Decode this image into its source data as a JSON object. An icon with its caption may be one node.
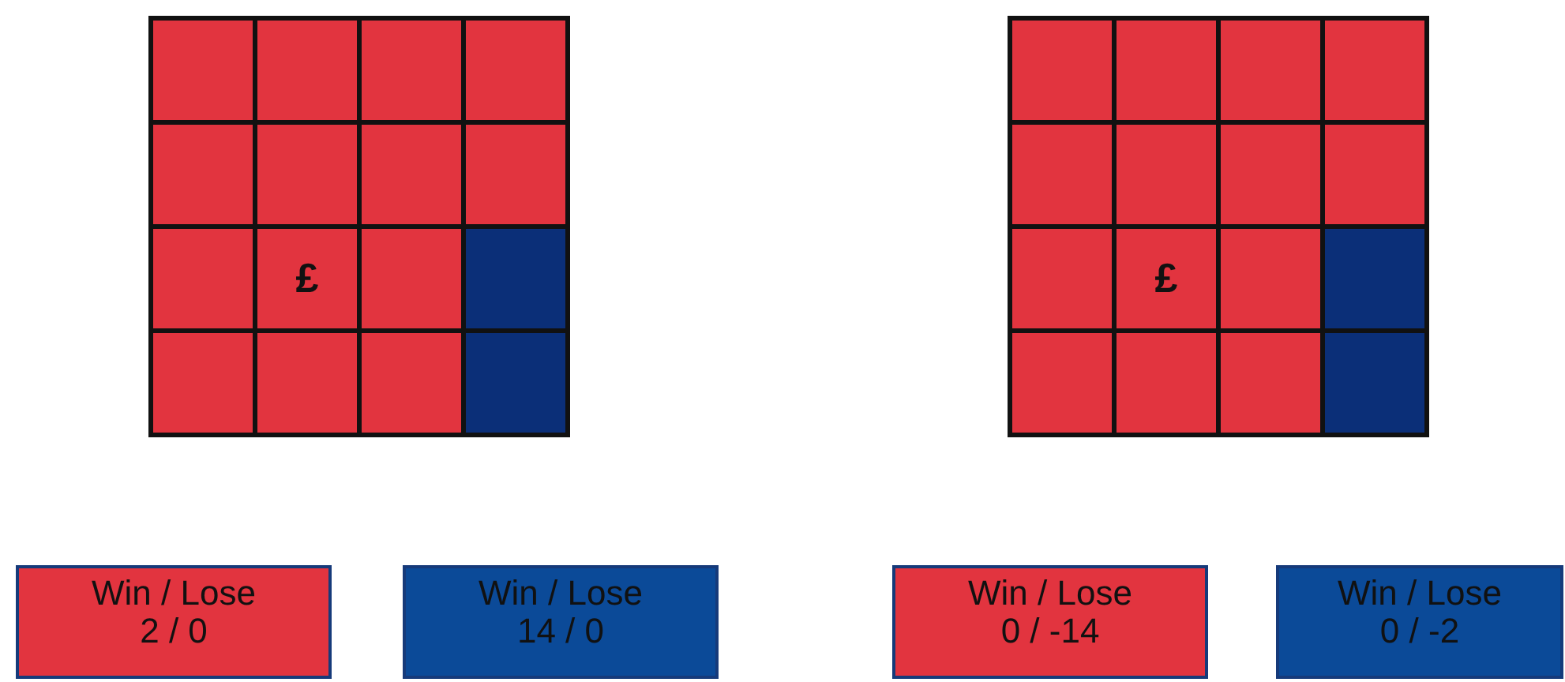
{
  "diagram": {
    "nodes": [
      {
        "text": [],
        "shape": "box"
      },
      {
        "text": [],
        "shape": "box",
        "in": 0
      },
      {
        "text": [],
        "shape": "box",
        "in": 0
      },
      {
        "text": [],
        "shape": "box",
        "in": 0
      },
      {
        "text": [],
        "shape": "box",
        "in": 0
      },
      {
        "text": [],
        "shape": "box",
        "in": 0
      },
      {
        "text": [],
        "shape": "box",
        "in": 0
      },
      {
        "text": [],
        "shape": "box",
        "in": 0
      },
      {
        "text": [],
        "shape": "box",
        "in": 0
      },
      {
        "text": [],
        "shape": "box",
        "in": 0
      },
      {
        "text": [
          "£"
        ],
        "in": 0
      },
      {
        "text": [],
        "shape": "box",
        "in": 0
      },
      {
        "text": [],
        "shape": "box",
        "in": 0
      },
      {
        "text": [],
        "shape": "box",
        "in": 0
      },
      {
        "text": [],
        "shape": "box",
        "in": 0
      },
      {
        "text": [],
        "shape": "box",
        "in": 0
      },
      {
        "text": [],
        "shape": "box",
        "in": 0
      },
      {
        "text": [],
        "shape": "box"
      },
      {
        "text": [],
        "shape": "box",
        "in": 17
      },
      {
        "text": [],
        "shape": "box",
        "in": 17
      },
      {
        "text": [],
        "shape": "box",
        "in": 17
      },
      {
        "text": [],
        "shape": "box",
        "in": 17
      },
      {
        "text": [],
        "shape": "box",
        "in": 17
      },
      {
        "text": [],
        "shape": "box",
        "in": 17
      },
      {
        "text": [],
        "shape": "box",
        "in": 17
      },
      {
        "text": [],
        "shape": "box",
        "in": 17
      },
      {
        "text": [],
        "shape": "box",
        "in": 17
      },
      {
        "text": [
          "£"
        ],
        "in": 17
      },
      {
        "text": [],
        "shape": "box",
        "in": 17
      },
      {
        "text": [],
        "shape": "box",
        "in": 17
      },
      {
        "text": [],
        "shape": "box",
        "in": 17
      },
      {
        "text": [],
        "shape": "box",
        "in": 17
      },
      {
        "text": [],
        "shape": "box",
        "in": 17
      },
      {
        "text": [],
        "shape": "box",
        "in": 17
      },
      {
        "text": [
          "Win / Lose",
          "2 / 0"
        ]
      },
      {
        "text": [
          "Win / Lose",
          "14 / 0"
        ]
      },
      {
        "text": [
          "Win / Lose",
          "0 / -14"
        ]
      },
      {
        "text": [
          "Win / Lose",
          "0 / -2"
        ]
      }
    ]
  }
}
